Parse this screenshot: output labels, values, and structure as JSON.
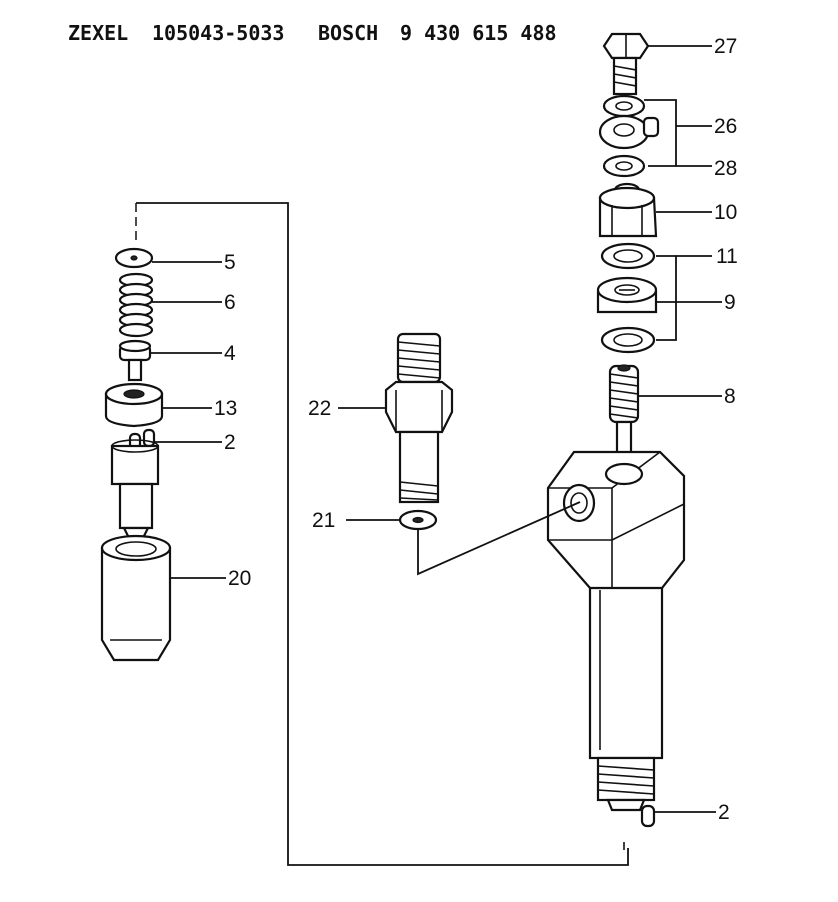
{
  "header": {
    "brand_a": "ZEXEL",
    "part_a": "105043-5033",
    "brand_b": "BOSCH",
    "part_b": "9 430 615 488"
  },
  "callouts": {
    "c27": "27",
    "c26": "26",
    "c28": "28",
    "c10": "10",
    "c11": "11",
    "c9": "9",
    "c8": "8",
    "c2a": "2",
    "c2b": "2",
    "c5": "5",
    "c6": "6",
    "c4": "4",
    "c13": "13",
    "c20": "20",
    "c22": "22",
    "c21": "21"
  }
}
